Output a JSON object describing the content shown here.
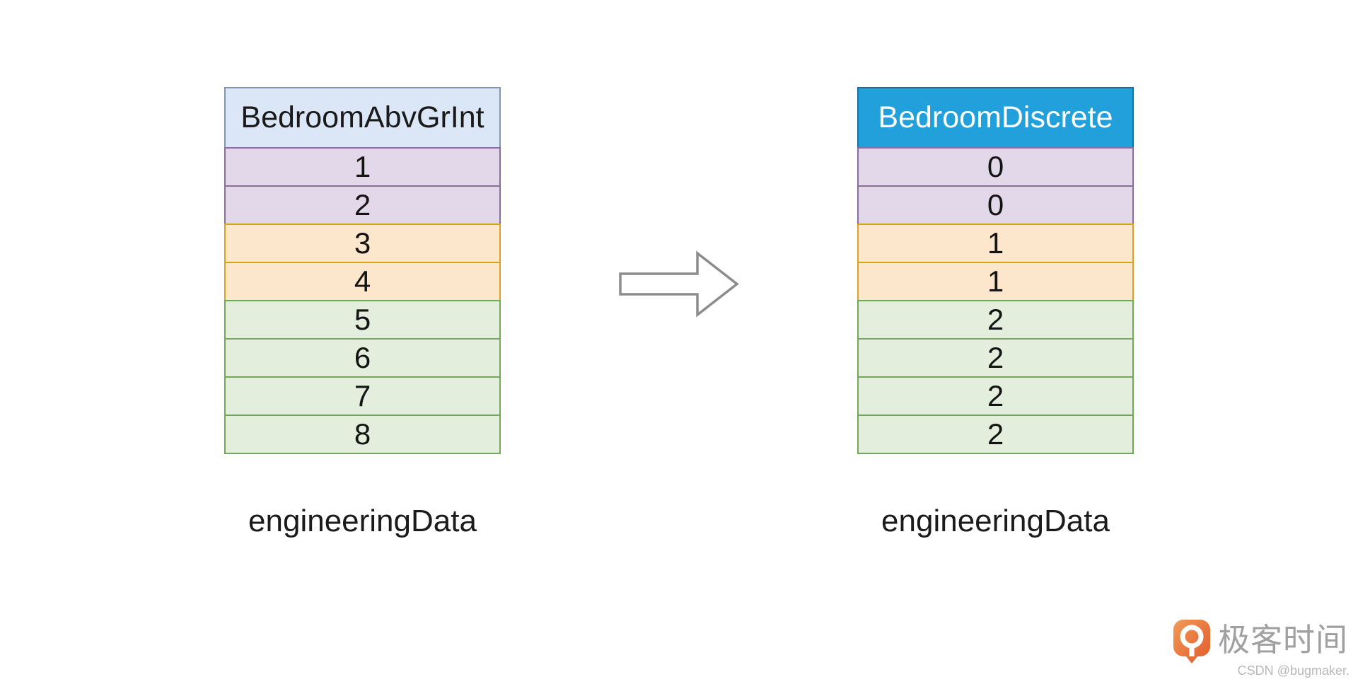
{
  "page": {
    "background": "#FFFFFF"
  },
  "left_table": {
    "header": "BedroomAbvGrInt",
    "rows": [
      {
        "value": "1",
        "group": "purple"
      },
      {
        "value": "2",
        "group": "purple"
      },
      {
        "value": "3",
        "group": "orange"
      },
      {
        "value": "4",
        "group": "orange"
      },
      {
        "value": "5",
        "group": "green"
      },
      {
        "value": "6",
        "group": "green"
      },
      {
        "value": "7",
        "group": "green"
      },
      {
        "value": "8",
        "group": "green"
      }
    ],
    "caption": "engineeringData"
  },
  "right_table": {
    "header": "BedroomDiscrete",
    "rows": [
      {
        "value": "0",
        "group": "purple"
      },
      {
        "value": "0",
        "group": "purple"
      },
      {
        "value": "1",
        "group": "orange"
      },
      {
        "value": "1",
        "group": "orange"
      },
      {
        "value": "2",
        "group": "green"
      },
      {
        "value": "2",
        "group": "green"
      },
      {
        "value": "2",
        "group": "green"
      },
      {
        "value": "2",
        "group": "green"
      }
    ],
    "caption": "engineeringData"
  },
  "arrow": {
    "icon": "right-arrow-icon",
    "direction": "right"
  },
  "watermark": {
    "brand": "极客时间",
    "brand_icon": "geektime-pin-icon",
    "credit": "CSDN @bugmaker."
  },
  "colors": {
    "left_header_bg": "#DBE6F6",
    "left_header_border": "#8296B8",
    "right_header_bg": "#22A0DB",
    "right_header_border": "#1E6CA8",
    "right_header_text": "#FFFFFF",
    "purple_row_bg": "#E2D8E9",
    "purple_row_border": "#8A6D9E",
    "orange_row_bg": "#FCE6CC",
    "orange_row_border": "#D7A41B",
    "green_row_bg": "#E3EFDC",
    "green_row_border": "#74A75C",
    "arrow_outline": "#8C8C8C",
    "brand_orange": "#E8602E",
    "text": "#1A1A1A"
  }
}
